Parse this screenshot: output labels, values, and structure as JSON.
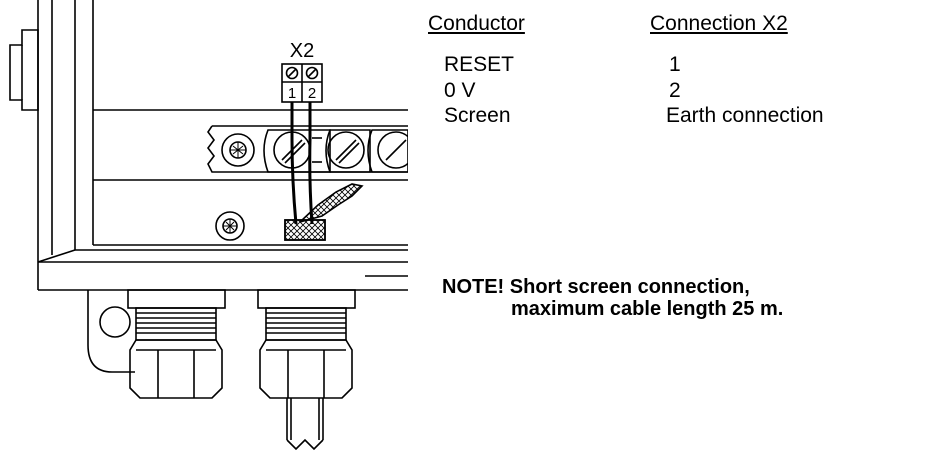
{
  "terminal": {
    "label": "X2",
    "pin_1": "1",
    "pin_2": "2"
  },
  "table": {
    "col_conductor": "Conductor",
    "col_connection": "Connection X2",
    "rows": [
      {
        "conductor": "RESET",
        "connection": "1"
      },
      {
        "conductor": "0 V",
        "connection": "2"
      },
      {
        "conductor": "Screen",
        "connection": "Earth connection"
      }
    ]
  },
  "note": {
    "line1": "NOTE! Short screen connection,",
    "line2": "maximum cable length 25 m."
  }
}
